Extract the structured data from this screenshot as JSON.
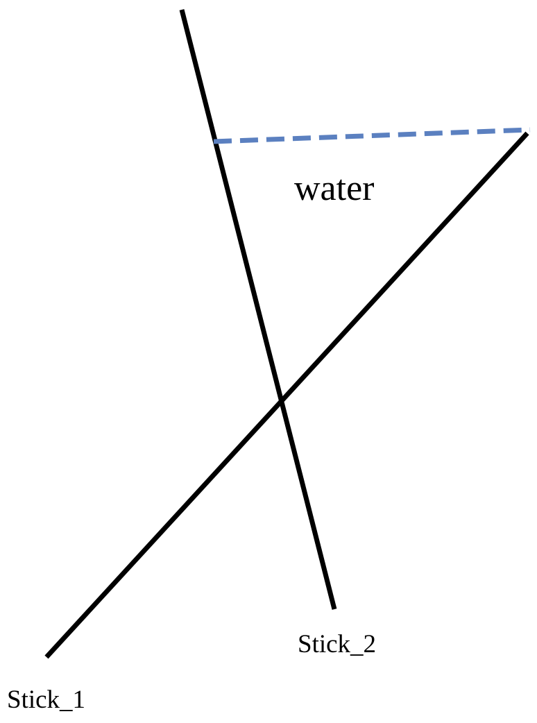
{
  "labels": {
    "water": "water",
    "stick_2": "Stick_2",
    "stick_1": "Stick_1"
  },
  "colors": {
    "stick": "#000000",
    "water_surface": "#5b80c0"
  }
}
